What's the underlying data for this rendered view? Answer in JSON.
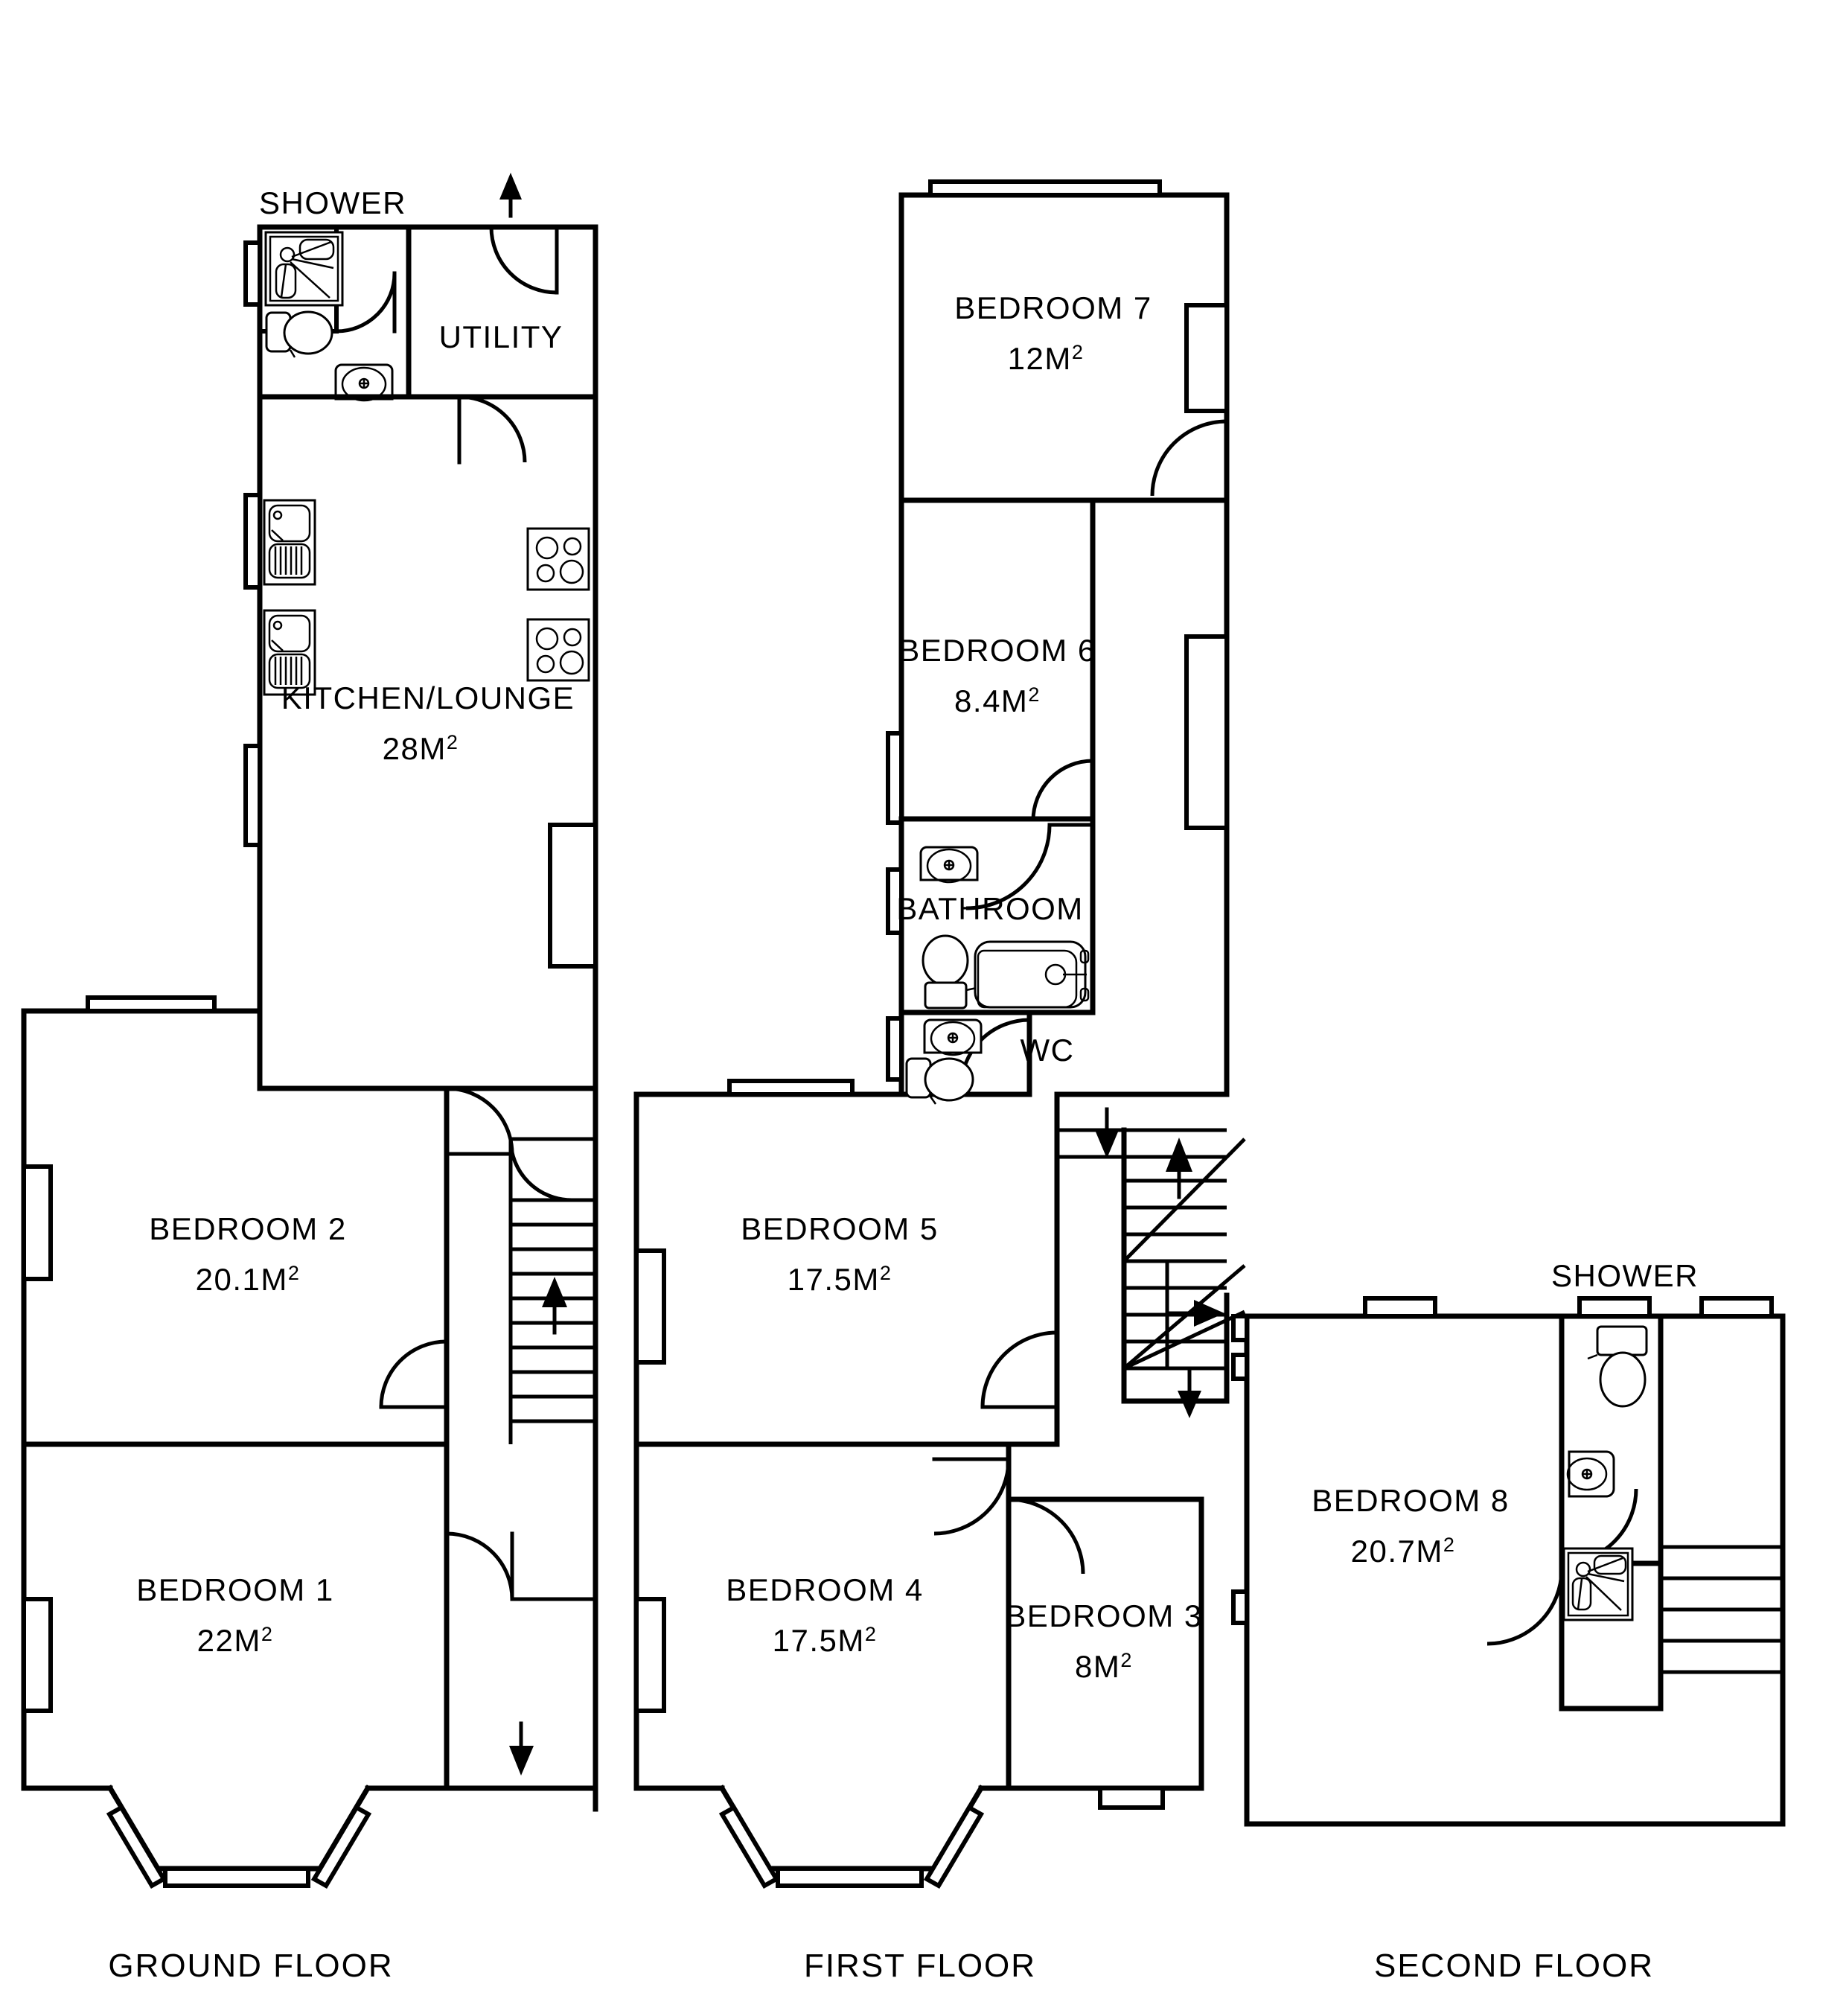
{
  "document": {
    "type": "floor-plan",
    "floors": [
      {
        "id": "ground",
        "title": "GROUND FLOOR",
        "rooms": [
          {
            "name": "KITCHEN/LOUNGE",
            "area": "28M",
            "area_unit_sup": "2"
          },
          {
            "name": "UTILITY",
            "area": "",
            "area_unit_sup": ""
          },
          {
            "name": "BEDROOM 2",
            "area": "20.1M",
            "area_unit_sup": "2"
          },
          {
            "name": "BEDROOM 1",
            "area": "22M",
            "area_unit_sup": "2"
          }
        ],
        "annotations": [
          {
            "label": "SHOWER"
          }
        ]
      },
      {
        "id": "first",
        "title": "FIRST FLOOR",
        "rooms": [
          {
            "name": "BEDROOM 7",
            "area": "12M",
            "area_unit_sup": "2"
          },
          {
            "name": "BEDROOM 6",
            "area": "8.4M",
            "area_unit_sup": "2"
          },
          {
            "name": "BATHROOM",
            "area": "",
            "area_unit_sup": ""
          },
          {
            "name": "WC",
            "area": "",
            "area_unit_sup": ""
          },
          {
            "name": "BEDROOM 5",
            "area": "17.5M",
            "area_unit_sup": "2"
          },
          {
            "name": "BEDROOM 4",
            "area": "17.5M",
            "area_unit_sup": "2"
          },
          {
            "name": "BEDROOM 3",
            "area": "8M",
            "area_unit_sup": "2"
          }
        ],
        "annotations": []
      },
      {
        "id": "second",
        "title": "SECOND FLOOR",
        "rooms": [
          {
            "name": "BEDROOM 8",
            "area": "20.7M",
            "area_unit_sup": "2"
          }
        ],
        "annotations": [
          {
            "label": "SHOWER"
          }
        ]
      }
    ]
  },
  "labels": {
    "ground": {
      "shower": "SHOWER",
      "utility": "UTILITY",
      "kitchen_name": "KITCHEN/LOUNGE",
      "kitchen_area": "28M",
      "kitchen_sup": "2",
      "bedroom2_name": "BEDROOM 2",
      "bedroom2_area": "20.1M",
      "bedroom2_sup": "2",
      "bedroom1_name": "BEDROOM 1",
      "bedroom1_area": "22M",
      "bedroom1_sup": "2",
      "title": "GROUND FLOOR"
    },
    "first": {
      "bedroom7_name": "BEDROOM 7",
      "bedroom7_area": "12M",
      "bedroom7_sup": "2",
      "bedroom6_name": "BEDROOM 6",
      "bedroom6_area": "8.4M",
      "bedroom6_sup": "2",
      "bathroom": "BATHROOM",
      "wc": "WC",
      "bedroom5_name": "BEDROOM 5",
      "bedroom5_area": "17.5M",
      "bedroom5_sup": "2",
      "bedroom4_name": "BEDROOM 4",
      "bedroom4_area": "17.5M",
      "bedroom4_sup": "2",
      "bedroom3_name": "BEDROOM 3",
      "bedroom3_area": "8M",
      "bedroom3_sup": "2",
      "title": "FIRST FLOOR"
    },
    "second": {
      "shower": "SHOWER",
      "bedroom8_name": "BEDROOM 8",
      "bedroom8_area": "20.7M",
      "bedroom8_sup": "2",
      "title": "SECOND FLOOR"
    }
  },
  "colors": {
    "wall": "#000000",
    "background": "#ffffff",
    "text": "#000000"
  },
  "fixtures": {
    "ground": [
      "shower-tray",
      "toilet",
      "wash-basin",
      "kitchen-sink",
      "kitchen-sink",
      "hob",
      "hob"
    ],
    "first": [
      "wash-basin",
      "toilet",
      "bathtub",
      "wash-basin",
      "toilet"
    ],
    "second": [
      "toilet",
      "wash-basin",
      "shower-tray"
    ]
  }
}
